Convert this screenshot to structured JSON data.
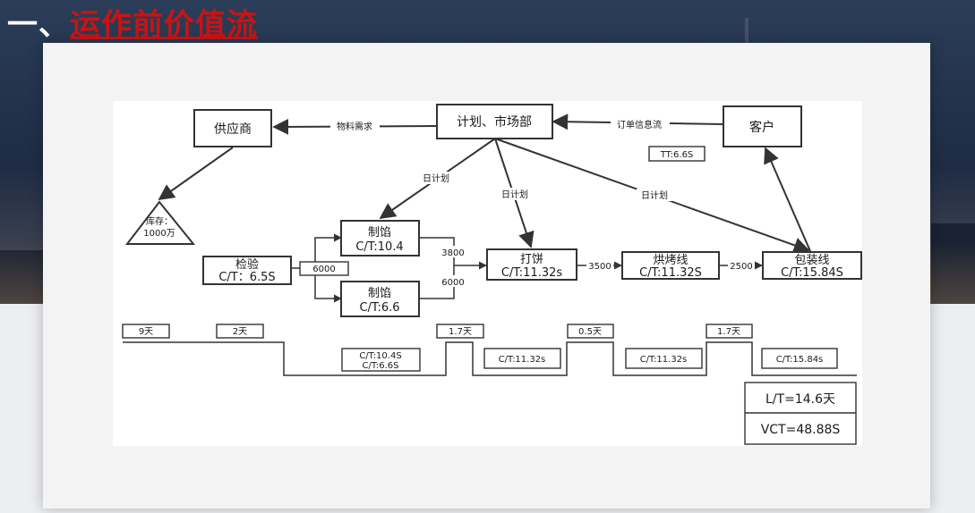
{
  "slide": {
    "heading_number": "一、",
    "heading_text": "运作前价值流"
  },
  "diagram": {
    "supplier": "供应商",
    "planning": "计划、市场部",
    "customer": "客户",
    "material_demand": "物料需求",
    "order_info_flow": "订单信息流",
    "takt_time": "TT:6.6S",
    "daily_plan": "日计划",
    "inventory_line1": "库存：",
    "inventory_line2": "1000万",
    "inspection_name": "检验",
    "inspection_ct": "C/T：6.5S",
    "qty_6000_a": "6000",
    "filling1_name": "制馅",
    "filling1_ct": "C/T:10.4",
    "filling2_name": "制馅",
    "filling2_ct": "C/T:6.6",
    "qty_3800": "3800",
    "qty_6000_b": "6000",
    "pancake_name": "打饼",
    "pancake_ct": "C/T:11.32s",
    "qty_3500": "3500",
    "oven_name": "烘烤线",
    "oven_ct": "C/T:11.32S",
    "qty_2500": "2500",
    "packing_name": "包装线",
    "packing_ct": "C/T:15.84S"
  },
  "timeline": {
    "wait_1": "9天",
    "wait_2": "2天",
    "wait_3": "1.7天",
    "wait_4": "0.5天",
    "wait_5": "1.7天",
    "ct_1a": "C/T:10.4S",
    "ct_1b": "C/T:6.6S",
    "ct_2": "C/T:11.32s",
    "ct_3": "C/T:11.32s",
    "ct_4": "C/T:15.84s",
    "lead_time": "L/T=14.6天",
    "vct": "VCT=48.88S"
  }
}
